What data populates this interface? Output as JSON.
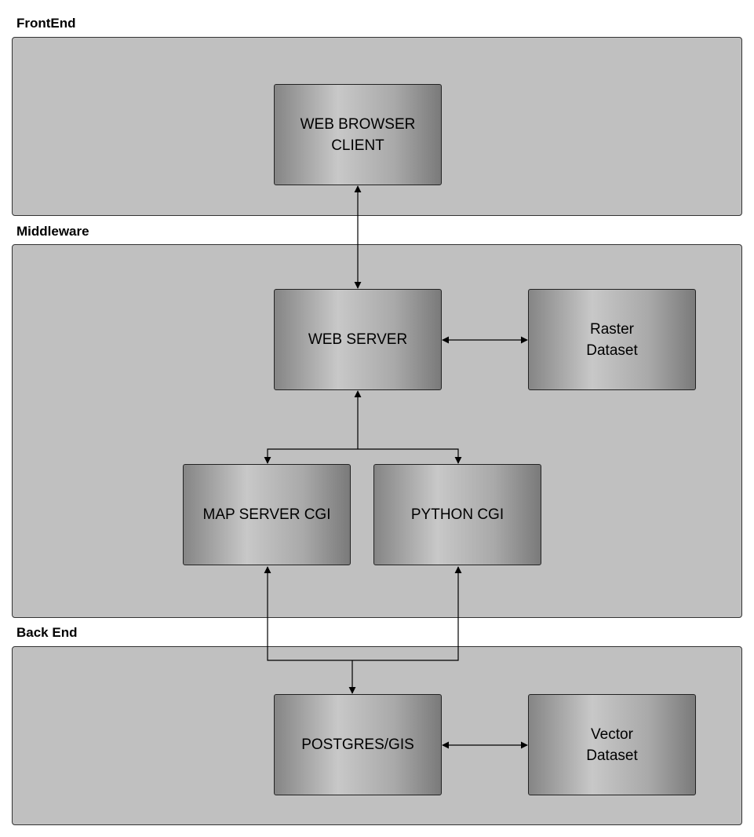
{
  "layers": {
    "frontend": {
      "label": "FrontEnd"
    },
    "middleware": {
      "label": "Middleware"
    },
    "backend": {
      "label": "Back End"
    }
  },
  "nodes": {
    "web_browser_client": "WEB BROWSER\nCLIENT",
    "web_server": "WEB SERVER",
    "raster_dataset": "Raster\nDataset",
    "map_server_cgi": "MAP SERVER CGI",
    "python_cgi": "PYTHON CGI",
    "postgres_gis": "POSTGRES/GIS",
    "vector_dataset": "Vector\nDataset"
  },
  "colors": {
    "layer_fill": "#c0c0c0",
    "connector": "#000000"
  }
}
